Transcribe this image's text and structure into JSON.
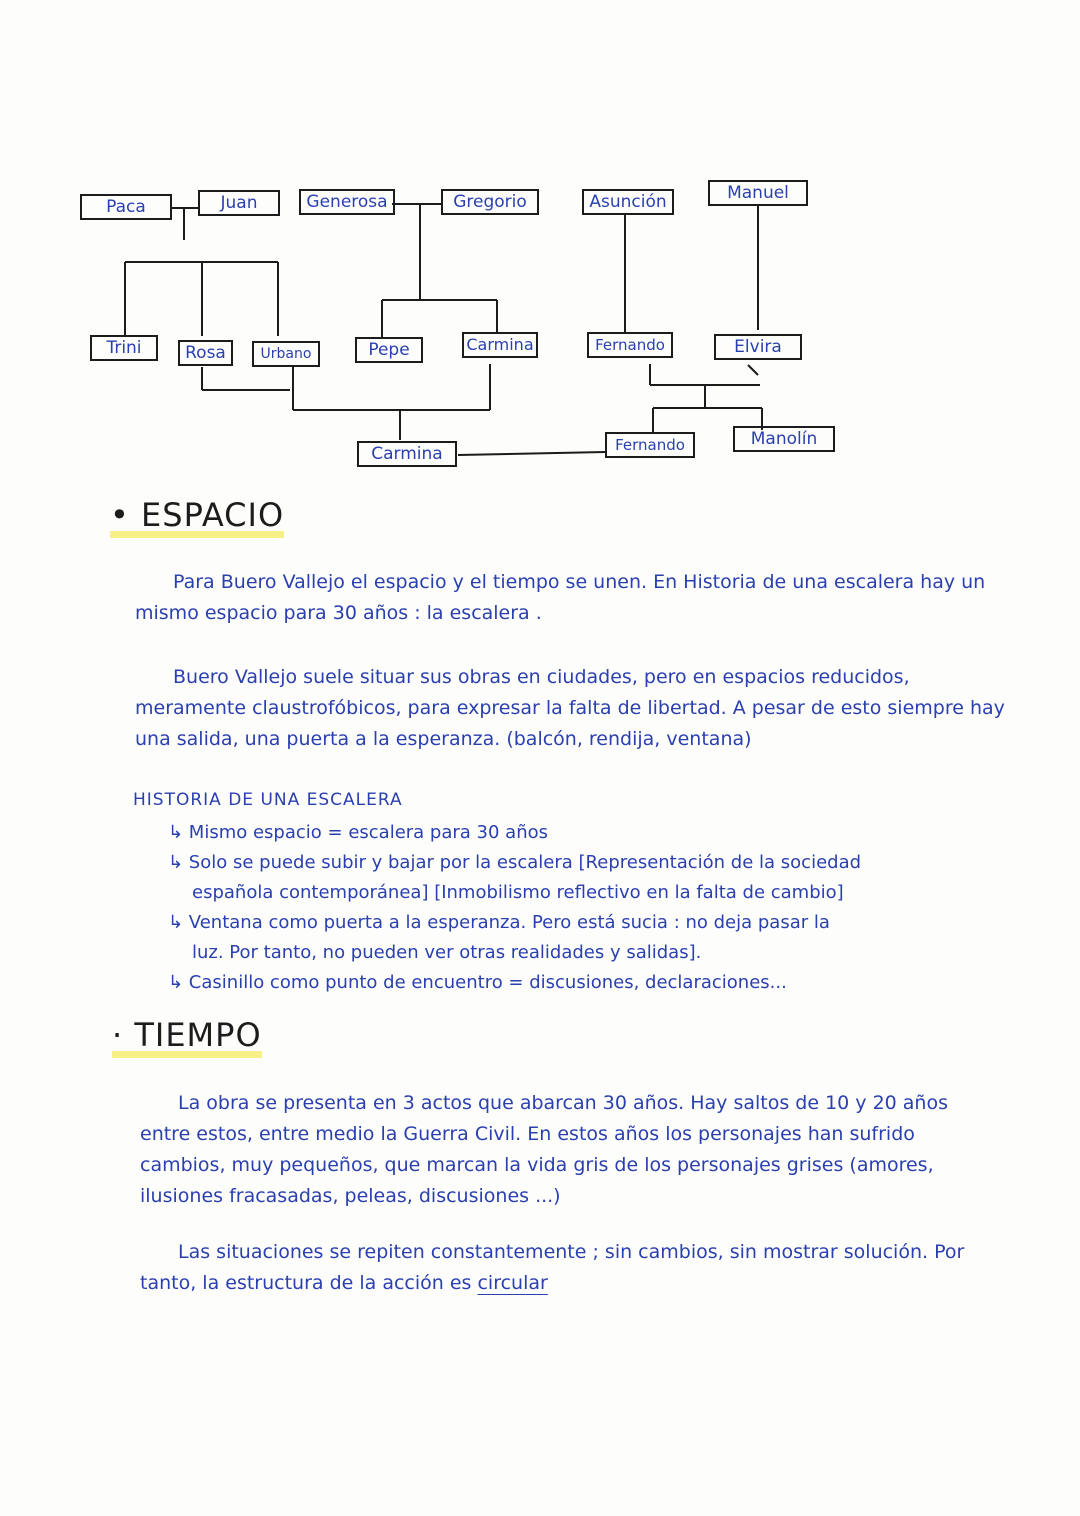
{
  "family_tree": {
    "names": {
      "paca": "Paca",
      "juan": "Juan",
      "generosa": "Generosa",
      "gregorio": "Gregorio",
      "asuncion": "Asunción",
      "manuel": "Manuel",
      "trini": "Trini",
      "rosa": "Rosa",
      "urbano": "Urbano",
      "pepe": "Pepe",
      "carmina": "Carmina",
      "fernando": "Fernando",
      "elvira": "Elvira",
      "carmina_hija": "Carmina",
      "fernando_hijo": "Fernando",
      "manolin": "Manolín"
    }
  },
  "espacio": {
    "heading": "• ESPACIO",
    "paragraph1": "Para Buero Vallejo el espacio y el tiempo se unen. En Historia de una escalera hay un mismo espacio para 30 años : la escalera .",
    "paragraph2": "Buero Vallejo suele situar sus obras en ciudades, pero en espacios reducidos, meramente claustrofóbicos, para expresar la falta de libertad. A pesar de esto siempre hay una salida, una puerta a la esperanza. (balcón, rendija, ventana)"
  },
  "historia": {
    "subheading": "HISTORIA DE UNA ESCALERA",
    "bullet1": "↳ Mismo espacio = escalera para 30 años",
    "bullet2": "↳ Solo se puede subir y bajar por la escalera [Representación de la sociedad",
    "bullet2_cont": "española contemporánea] [Inmobilismo reflectivo en la falta de cambio]",
    "bullet3": "↳ Ventana como puerta a la esperanza. Pero está sucia : no deja pasar la",
    "bullet3_cont": "luz. Por tanto, no pueden ver otras realidades y salidas].",
    "bullet4": "↳ Casinillo como punto de encuentro = discusiones, declaraciones..."
  },
  "tiempo": {
    "heading": "· TIEMPO",
    "paragraph1": "La obra se presenta en 3 actos que abarcan 30 años. Hay saltos de 10 y 20 años entre estos, entre medio la Guerra Civil. En estos años los personajes han sufrido cambios, muy pequeños, que marcan la vida gris de los personajes grises (amores, ilusiones fracasadas, peleas, discusiones ...)",
    "paragraph2_part1": "Las situaciones se repiten constantemente ; sin cambios, sin mostrar solución. Por tanto, la estructura de la acción es ",
    "paragraph2_underlined": "circular"
  }
}
